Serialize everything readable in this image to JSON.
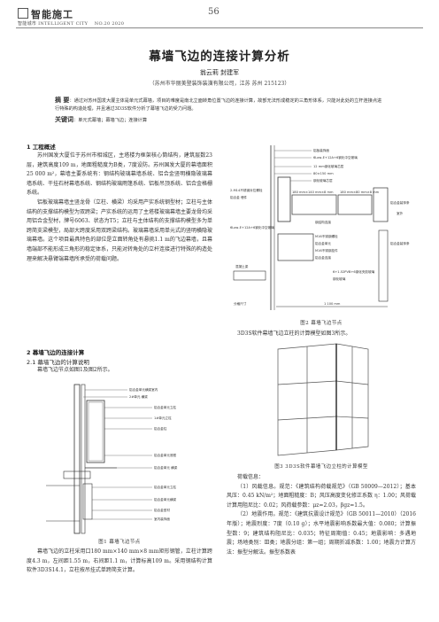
{
  "header": {
    "journal_name": "智能施工",
    "journal_sub": "智能城市 INTELLIGENT CITY",
    "issue": "NO.20 2020",
    "page_number": "56"
  },
  "article": {
    "title": "幕墙飞边的连接计算分析",
    "authors": "翁云莉   封建军",
    "affiliation": "（苏州市华丽美登装饰装潢有限公司，江苏 苏州 215123）",
    "abstract_label": "摘  要",
    "abstract_text": "：通过对苏州国发大厦主体是单元式幕墙，项目的难度是南北立面转角位置飞边的连接计算，故部无法形成稳定的三角形体系，只能对此处的立杆连接点进行特殊的构造处理，并且通过3D3S软件分析了幕墙飞边的受力问题。",
    "keywords_label": "关键词",
    "keywords_text": "：单元式幕墙；幕墙飞边；连接计算"
  },
  "left_column": {
    "section1_title": "1   工程概述",
    "section1_p1": "苏州国发大厦位于苏州市相城区，主塔楼为框架核心筒结构，建筑层数23层，建筑高度109 m，地面粗糙度为B类，7度设防。苏州国发大厦的幕墙面积25 000 m²，幕墙主要系统有：钢结构玻璃幕墙系统、铝合金竖明横隐玻璃幕墙系统、干挂石材幕墙系统、钢结构玻璃雨篷系统、铝板吊顶系统、铝合金格栅系统。",
    "section1_p2": "铝板玻璃幕墙主竖龙骨（立柱、横梁）均采用产实系统钢型材；立柱与主体结构的支撑结构模型为双跨梁；产实系统的运用了主塔楼玻璃幕墙主要龙骨均采用铝合金型材，牌号6063、状态为T5；立柱与主体结构的支撑结构模型多为单跨简支梁模型，局部大跨度采用双跨梁结构。玻璃幕墙采用单元式的竖明横隐玻璃幕墙。这个项目最具特色的部位是立面转角处有悬挑1.1 m的飞边幕墙，且幕墙端部不能形成三角形的稳定体系，只能对转角处的立杆连接进行特殊的构造处理来解决悬臂端幕墙所承受的荷载问题。",
    "section2_title": "2   幕墙飞边的连接计算",
    "section2_1_title": "2.1   幕墙飞边的计算说明",
    "section2_1_p1": "幕墙飞边节点如图1及图2所示。",
    "fig1_caption": "图1   幕墙飞边节点",
    "fig1_labels": [
      "铝合金单元横梁室内",
      "2#单元 横梁",
      "铝合金单元立柱",
      "1#单元立柱",
      "铝合金柱",
      "铝合金单元底框",
      "铝合金单元 横梁",
      "铝合金单元立柱",
      "铝合金单元横梁",
      "铝合金型材",
      "室内装饰面"
    ],
    "after_fig1_p": "幕墙飞边的立柱采用口180 mm×140 mm×8 mm矩形钢管，立柱计算跨度4.3 m，左间距1.55 m，右间距1.1 m，计算标高109 m。采用钢结构计算软件3D3S14.1，立柱按吊挂式单跨简支计算。"
  },
  "right_column": {
    "fig2_caption": "图2   幕墙飞边节点",
    "fig2_labels": [
      "铝板装饰面",
      "6Low-E+12A+6钢化中空玻璃",
      "12 mm钢化玻璃芯层",
      "80×150 mm",
      "钢化玻璃芯层",
      "2-M14不锈钢对拉螺栓",
      "铝合金 埋件",
      "钢结构连接",
      "180 mm×140 mm×8 mm",
      "180 mm×80 mm×8 mm",
      "铝合金装饰条",
      "室外",
      "6Low-E+12A+6钢化中空玻璃",
      "M16不锈钢螺栓",
      "铝合金单元",
      "M16不锈钢挂件",
      "铝合金连接",
      "混凝土梁",
      "铝合金装饰条",
      "6+1.52PVB+6钢化夹胶玻璃",
      "钢化玻璃",
      "1 100 mm",
      "分格尺寸"
    ],
    "after_fig2_line": "3D3S软件幕墙飞边立柱的计算模型如图3所示。",
    "fig3_caption": "图3   3D3S软件幕墙飞边立柱的计算模型",
    "load_title": "荷载信息：",
    "load_p1": "（1）风载信息。规范：《建筑结构荷载规范》（GB 50009—2012）；基本风压：0.45 kN/m²；地面粗糙度：B；风压高度变化修正系数 η：1.00；风荷载计算用阻尼比：0.02；风荷载参数：μz=2.03，βgz=1.5。",
    "load_p2": "（2）地震作用。规范：《建筑抗震设计规范》（GB 50011—2010）（2016年版）；地震烈度：7度（0.10 g）；水平地震影响系数最大值：0.080；计算振型数：9；建筑结构阻尼比：0.035；特征周期值：0.45；地震影响：多遇地震；场地类别：Ⅲ类；地震分组：第一组；周期折减系数：1.00；地震力计算方法：振型分解法。振型系数表"
  }
}
